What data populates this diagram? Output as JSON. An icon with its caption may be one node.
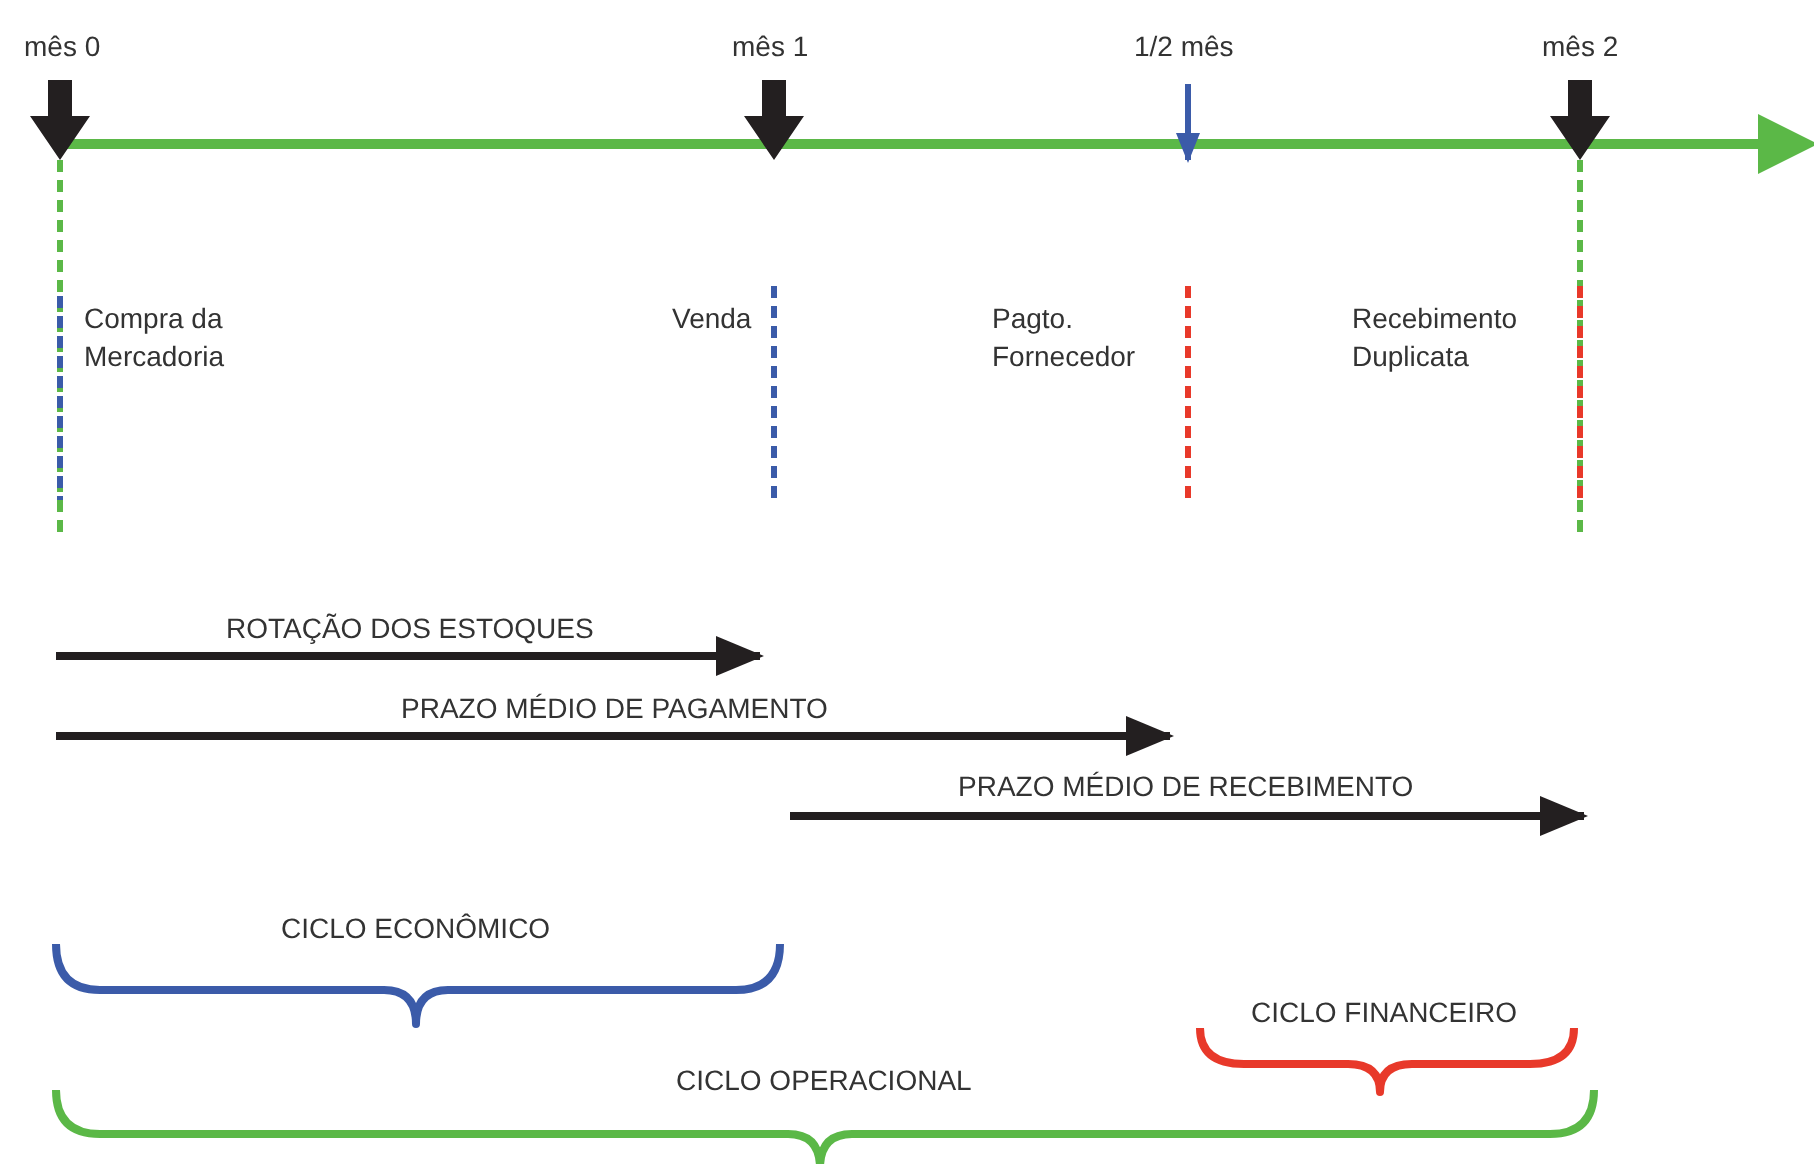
{
  "diagram": {
    "labels": [
      "mês 0",
      "mês 1",
      "1/2 mês",
      "mês 2",
      "Compra da Mercadoria",
      "Venda",
      "Pagto. Fornecedor",
      "Recebimento Duplicata",
      "ROTAÇÃO DOS ESTOQUES",
      "PRAZO MÉDIO DE PAGAMENTO",
      "PRAZO MÉDIO DE RECEBIMENTO",
      "CICLO ECONÔMICO",
      "CICLO FINANCEIRO",
      "CICLO OPERACIONAL"
    ]
  }
}
